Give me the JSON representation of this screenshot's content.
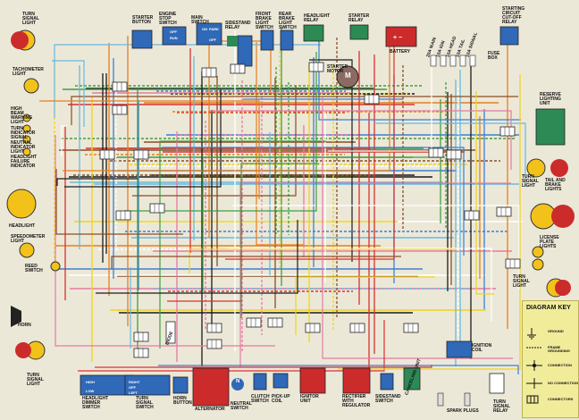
{
  "labels": {
    "turn_signal_light_fl": "TURN\nSIGNAL\nLIGHT",
    "tachometer_light": "TACHOMETER\nLIGHT",
    "high_beam_warning": "HIGH\nBEAM\nWARNING\nLIGHT",
    "turn_indicator": "TURN\nINDICATOR\nSIGNAL",
    "neutral_indicator": "NEUTRAL\nINDICATOR\nLIGHT",
    "headlight_failure": "HEADLIGHT\nFAILURE\nINDICATOR",
    "headlight": "HEADLIGHT",
    "speedometer_light": "SPEEDOMETER\nLIGHT",
    "reed_switch": "REED\nSWITCH",
    "horn": "HORN",
    "turn_signal_light_rl": "TURN\nSIGNAL\nLIGHT",
    "starter_button": "STARTER\nBUTTON",
    "engine_stop_switch": "ENGINE\nSTOP\nSWITCH",
    "main_switch": "MAIN\nSWITCH",
    "sidestand_relay": "SIDESTAND\nRELAY",
    "front_brake_switch": "FRONT\nBRAKE\nLIGHT\nSWITCH",
    "rear_brake_switch": "REAR\nBRAKE\nLIGHT\nSWITCH",
    "headlight_relay": "HEADLIGHT\nRELAY",
    "starter_relay": "STARTER\nRELAY",
    "battery": "BATTERY",
    "starting_circuit_cutoff_relay": "STARTING\nCIRCUIT\nCUT-OFF\nRELAY",
    "fuse_box": "FUSE\nBOX",
    "starter_motor": "STARTER\nMOTOR",
    "reserve_lighting_unit": "RESERVE\nLIGHTING\nUNIT",
    "turn_signal_light_fr": "TURN\nSIGNAL\nLIGHT",
    "tail_brake_lights": "TAIL AND\nBRAKE\nLIGHTS",
    "license_plate_lights": "LICENSE\nPLATE\nLIGHTS",
    "turn_signal_light_rr": "TURN\nSIGNAL\nLIGHT",
    "diode": "DIODE",
    "headlight_dimmer_switch": "HEADLIGHT\nDIMMER\nSWITCH",
    "turn_signal_switch": "TURN\nSIGNAL\nSWITCH",
    "horn_button": "HORN\nBUTTON",
    "alternator": "ALTERNATOR",
    "neutral_switch": "NEUTRAL\nSWITCH",
    "clutch_switch": "CLUTCH\nSWITCH",
    "pickup_coil": "PICK-UP\nCOIL",
    "ignitor_unit": "IGNITOR\nUNIT",
    "rectifier_regulator": "RECTIFIER\nWITH\nREGULATOR",
    "sidestand_switch": "SIDESTAND\nSWITCH",
    "canceling_unit": "CANCELING\nUNIT",
    "ignition_coil": "IGNITION\nCOIL",
    "spark_plugs": "SPARK PLUGS",
    "turn_signal_relay": "TURN\nSIGNAL\nRELAY"
  },
  "fuse_labels": [
    "20A MAIN",
    "10A IGN",
    "10A HEAD",
    "10A TAIL",
    "10A SIGNAL"
  ],
  "switch_text": {
    "off": "OFF",
    "run": "RUN",
    "on": "ON",
    "park": "PARK",
    "hi": "HIGH",
    "lo": "LOW",
    "right": "RIGHT",
    "left": "LEFT",
    "n": "N"
  },
  "battery_marks": "+    −",
  "starter_motor_mark": "M",
  "diagram_key": {
    "title": "DIAGRAM KEY",
    "items": [
      "GROUND",
      "FRAME GROUNDING",
      "CONNECTION",
      "NO CONNECTION",
      "CONNECTORS"
    ]
  },
  "colors": {
    "red": "#d9302f",
    "yellow": "#efd41a",
    "blue": "#3d7fd3",
    "green": "#3f9e43",
    "black": "#1b1b1b",
    "brown": "#8a4d24",
    "orange": "#e57f20",
    "pink": "#e67aa1",
    "white": "#ffffff",
    "lightblue": "#67b9e0",
    "component_red": "#cc2b2b",
    "component_green": "#2d8a55",
    "component_blue": "#2f69b8",
    "lamp": "#f2c21a"
  }
}
